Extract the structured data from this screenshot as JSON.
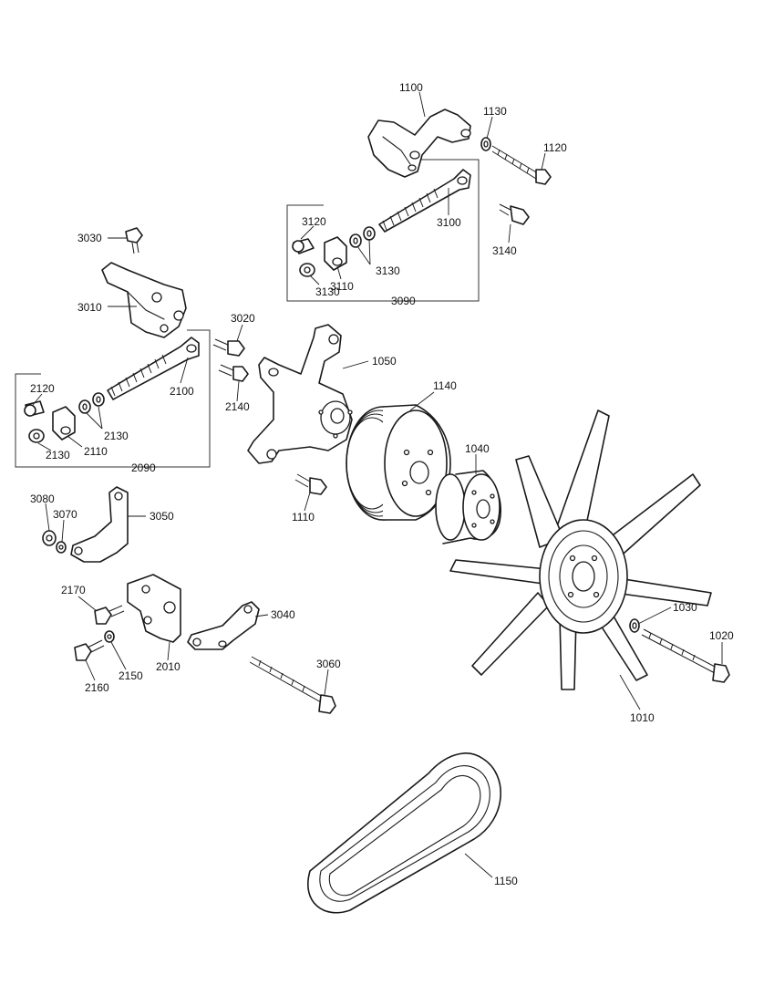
{
  "diagram": {
    "callouts": {
      "c1100": "1100",
      "c1130": "1130",
      "c1120": "1120",
      "c3120": "3120",
      "c3100": "3100",
      "c3140": "3140",
      "c3130a": "3130",
      "c3130b": "3130",
      "c3110": "3110",
      "c3090": "3090",
      "c3030": "3030",
      "c3010": "3010",
      "c3020": "3020",
      "c1050": "1050",
      "c1140": "1140",
      "c2120": "2120",
      "c2100": "2100",
      "c2140": "2140",
      "c2130a": "2130",
      "c2110": "2110",
      "c2130b": "2130",
      "c2090": "2090",
      "c1040": "1040",
      "c1110": "1110",
      "c3080": "3080",
      "c3070": "3070",
      "c3050": "3050",
      "c2170": "2170",
      "c3040": "3040",
      "c2010": "2010",
      "c2150": "2150",
      "c2160": "2160",
      "c3060": "3060",
      "c1030": "1030",
      "c1020": "1020",
      "c1010": "1010",
      "c1150": "1150"
    }
  }
}
